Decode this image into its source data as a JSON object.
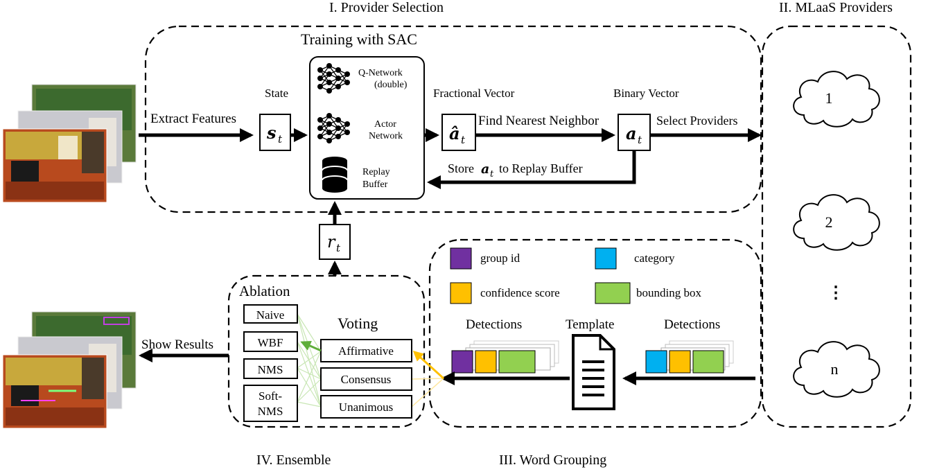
{
  "sections": {
    "provider_selection": "I. Provider Selection",
    "mlaas_providers": "II. MLaaS Providers",
    "word_grouping": "III. Word Grouping",
    "ensemble": "IV. Ensemble"
  },
  "training": {
    "title": "Training with SAC",
    "q_network_line1": "Q-Network",
    "q_network_line2": "(double)",
    "actor_line1": "Actor",
    "actor_line2": "Network",
    "replay_line1": "Replay",
    "replay_line2": "Buffer"
  },
  "flow": {
    "state_label": "State",
    "extract_features": "Extract Features",
    "fractional_vector": "Fractional Vector",
    "find_nearest_neighbor": "Find Nearest Neighbor",
    "binary_vector": "Binary Vector",
    "select_providers": "Select Providers",
    "store_prefix": "Store",
    "store_suffix": "to Replay Buffer",
    "show_results": "Show Results"
  },
  "symbols": {
    "state": "s",
    "fractional": "â",
    "binary": "a",
    "sub_t": "t",
    "reward": "r"
  },
  "providers": [
    "1",
    "2",
    "⋮",
    "n"
  ],
  "legend": [
    {
      "label": "group id",
      "color": "#7030a0"
    },
    {
      "label": "category",
      "color": "#00b0f0"
    },
    {
      "label": "confidence  score",
      "color": "#ffc000"
    },
    {
      "label": "bounding box",
      "color": "#92d050"
    }
  ],
  "word_grouping": {
    "detections_left": "Detections",
    "template": "Template",
    "detections_right": "Detections"
  },
  "ablation": {
    "title": "Ablation",
    "methods": [
      "Naive",
      "WBF",
      "NMS",
      "Soft-",
      "NMS"
    ]
  },
  "voting": {
    "title": "Voting",
    "options": [
      "Affirmative",
      "Consensus",
      "Unanimous"
    ]
  },
  "colors": {
    "purple": "#7030a0",
    "cyan": "#00b0f0",
    "yellow": "#ffc000",
    "green": "#92d050"
  }
}
